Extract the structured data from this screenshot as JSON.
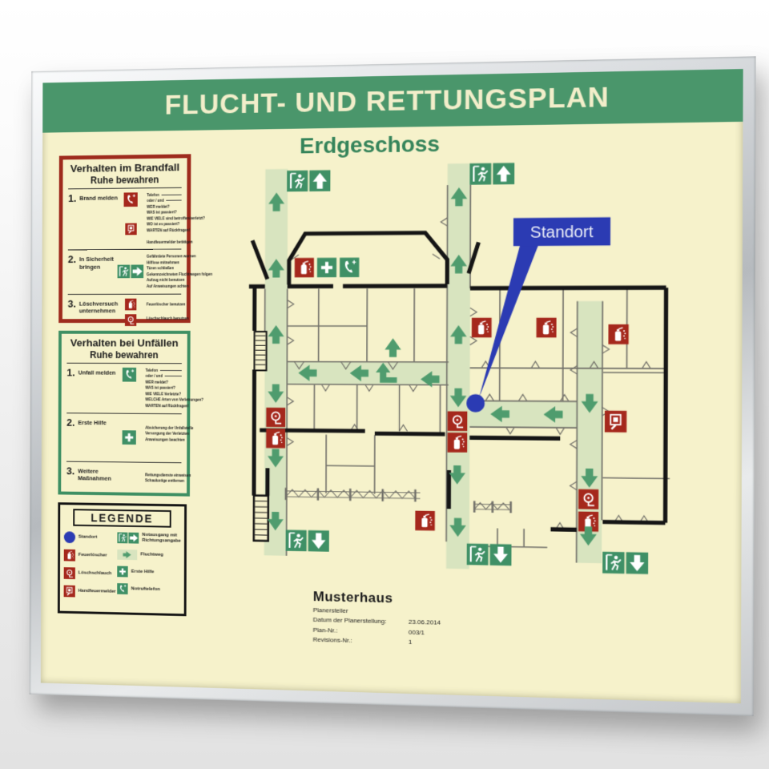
{
  "poster": {
    "title": "FLUCHT- UND RETTUNGSPLAN",
    "floor_label": "Erdgeschoss"
  },
  "panels": {
    "brandfall": {
      "title": "Verhalten im Brandfall",
      "subtitle": "Ruhe bewahren",
      "items": [
        {
          "num": "1.",
          "label": "Brand melden",
          "details": [
            "Telefon",
            "oder / und",
            "WER meldet?",
            "WAS ist passiert?",
            "WIE VIELE sind betroffen/verletzt?",
            "WO ist es passiert?",
            "WARTEN auf Rückfragen!"
          ],
          "extra": "Handfeuermelder betätigen"
        },
        {
          "num": "2.",
          "label": "In Sicherheit bringen",
          "details": [
            "Gefährdete Personen warnen",
            "Hilflose mitnehmen",
            "Türen schließen",
            "Gekennzeichneten Fluchtwegen folgen",
            "Aufzug nicht benutzen",
            "Auf Anweisungen achten"
          ]
        },
        {
          "num": "3.",
          "label": "Löschversuch unternehmen",
          "details": [
            "Feuerlöscher benutzen",
            "Löschschlauch benutzen"
          ]
        }
      ]
    },
    "unfaelle": {
      "title": "Verhalten bei Unfällen",
      "subtitle": "Ruhe bewahren",
      "items": [
        {
          "num": "1.",
          "label": "Unfall melden",
          "details": [
            "Telefon",
            "oder / und",
            "WER meldet?",
            "WAS ist passiert?",
            "WIE VIELE Verletzte?",
            "WELCHE Arten von Verletzungen?",
            "WARTEN auf Rückfragen!"
          ]
        },
        {
          "num": "2.",
          "label": "Erste Hilfe",
          "details": [
            "Absicherung der Unfallstelle",
            "Versorgung der Verletzten",
            "Anweisungen beachten"
          ]
        },
        {
          "num": "3.",
          "label": "Weitere Maßnahmen",
          "details": [
            "Rettungsdienste einweisen",
            "Schaulustige entfernen"
          ]
        }
      ]
    }
  },
  "legend": {
    "title": "LEGENDE",
    "left_items": [
      {
        "icon": "standort-dot",
        "label": "Standort"
      },
      {
        "icon": "fire-extinguisher",
        "label": "Feuerlöscher"
      },
      {
        "icon": "fire-hose",
        "label": "Löschschlauch"
      },
      {
        "icon": "manual-call-point",
        "label": "Handfeuermelder"
      }
    ],
    "right_items": [
      {
        "icon": "emergency-exit",
        "label": "Notausgang mit Richtungsangabe"
      },
      {
        "icon": "escape-route",
        "label": "Fluchtweg"
      },
      {
        "icon": "first-aid",
        "label": "Erste Hilfe"
      },
      {
        "icon": "emergency-phone",
        "label": "Notruftelefon"
      }
    ]
  },
  "callout": {
    "label": "Standort"
  },
  "info": {
    "building": "Musterhaus",
    "rows": [
      {
        "label": "Planersteller",
        "value": ""
      },
      {
        "label": "Datum der Planerstellung:",
        "value": "23.06.2014"
      },
      {
        "label": "Plan-Nr.:",
        "value": "003/1"
      },
      {
        "label": "Revisions-Nr.:",
        "value": "1"
      }
    ]
  },
  "colors": {
    "banner_green": "#4a966b",
    "poster_bg": "#f6f2cb",
    "corridor": "#d8e4bf",
    "sign_green": "#3f9066",
    "arrow_green": "#4f9c6e",
    "safety_red": "#a5281c",
    "standort_blue": "#2b3bb3",
    "wall_black": "#151515",
    "thin_wall": "#72716a",
    "floor_label_green": "#35845a",
    "brandfall_border": "#9e2b1d",
    "unfaelle_border": "#3e8f63"
  }
}
